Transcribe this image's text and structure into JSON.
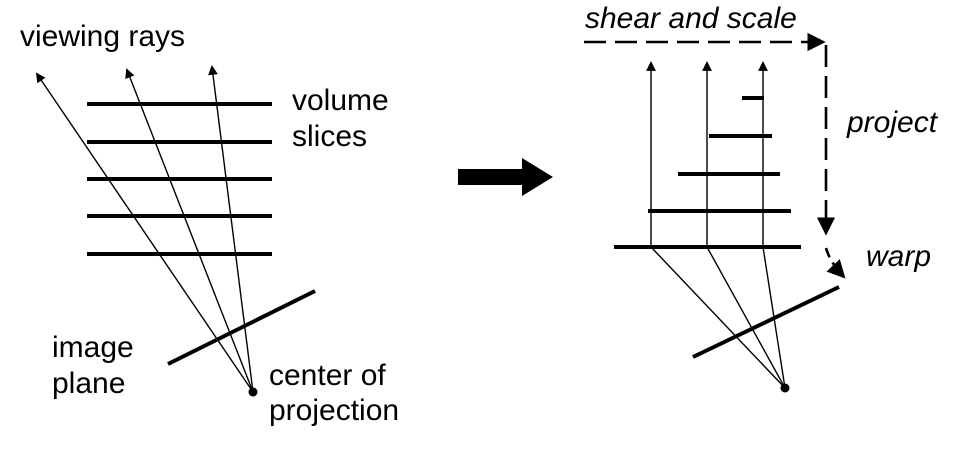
{
  "left_panel": {
    "viewing_rays_label": "viewing rays",
    "volume_slices_label_line1": "volume",
    "volume_slices_label_line2": "slices",
    "image_plane_label_line1": "image",
    "image_plane_label_line2": "plane",
    "center_label_line1": "center of",
    "center_label_line2": "projection"
  },
  "right_panel": {
    "shear_scale_label": "shear and scale",
    "project_label": "project",
    "warp_label": "warp"
  },
  "colors": {
    "ink": "#000000",
    "background": "#ffffff"
  }
}
